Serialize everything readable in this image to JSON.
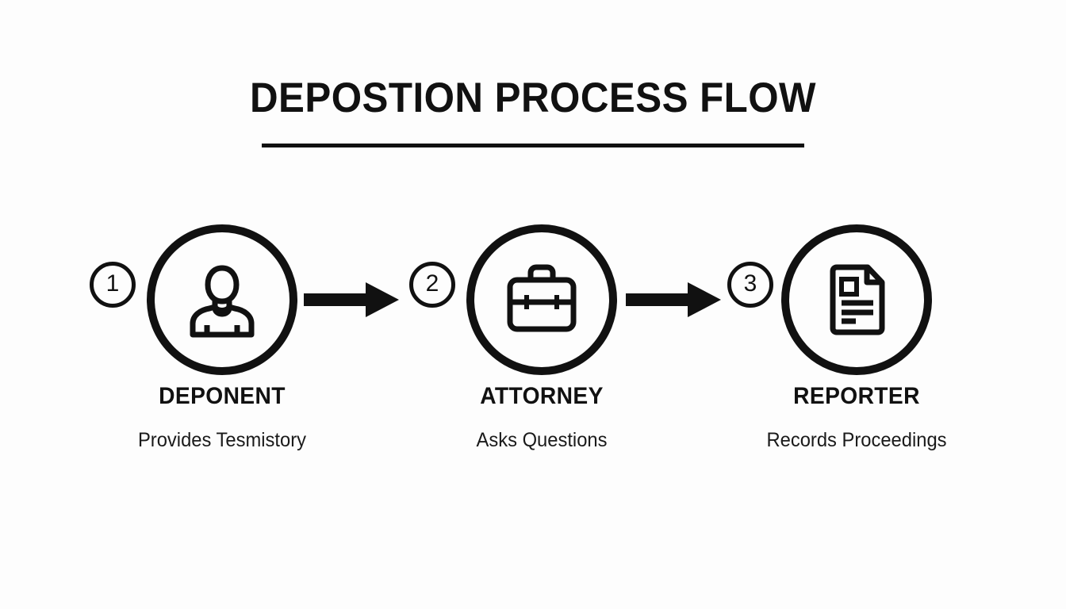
{
  "header": {
    "title": "DEPOSTION PROCESS FLOW",
    "rule_color": "#111111"
  },
  "theme": {
    "background": "#fdfdfd",
    "ink": "#111111"
  },
  "flow": {
    "steps": [
      {
        "number": "1",
        "icon": "person-icon",
        "title": "DEPONENT",
        "subtitle": "Provides Tesmistory"
      },
      {
        "number": "2",
        "icon": "briefcase-icon",
        "title": "ATTORNEY",
        "subtitle": "Asks Questions"
      },
      {
        "number": "3",
        "icon": "document-icon",
        "title": "REPORTER",
        "subtitle": "Records Proceedings"
      }
    ],
    "connectors": [
      {
        "name": "arrow-right-icon"
      },
      {
        "name": "arrow-right-icon"
      }
    ]
  }
}
